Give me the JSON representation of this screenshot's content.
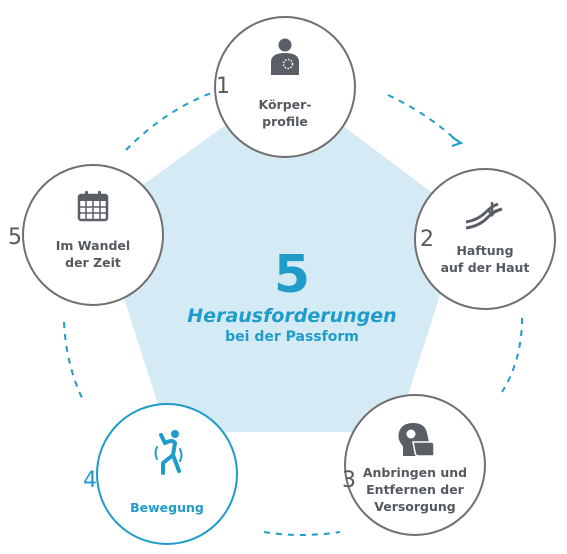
{
  "center": {
    "number": "5",
    "title": "Herausforderungen",
    "subtitle": "bei der Passform"
  },
  "steps": [
    {
      "number": "1",
      "label_line1": "Körper-",
      "label_line2": "profile",
      "icon": "torso-icon"
    },
    {
      "number": "2",
      "label_line1": "Haftung",
      "label_line2": "auf der Haut",
      "icon": "adhesion-icon"
    },
    {
      "number": "3",
      "label_line1": "Anbringen und",
      "label_line2": "Entfernen der",
      "label_line3": "Versorgung",
      "icon": "head-hand-icon"
    },
    {
      "number": "4",
      "label_line1": "Bewegung",
      "icon": "stretching-person-icon",
      "highlighted": true
    },
    {
      "number": "5",
      "label_line1": "Im Wandel",
      "label_line2": "der Zeit",
      "icon": "calendar-icon"
    }
  ],
  "colors": {
    "accent": "#1f9cc9",
    "center_fill": "#d4ebf6",
    "border": "#707070",
    "text": "#555a60"
  }
}
